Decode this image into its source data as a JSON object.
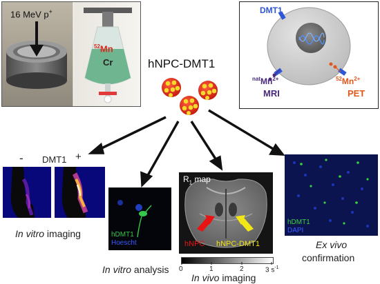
{
  "figure": {
    "center_label": "hNPC-DMT1",
    "top_left": {
      "beam_label": "16 MeV p",
      "beam_sup": "+",
      "isotope_mass": "52",
      "isotope_symbol": "Mn",
      "column_label": "Cr"
    },
    "top_right": {
      "protein_label": "DMT1",
      "nat_mass": "nat",
      "nat_symbol": "Mn",
      "nat_charge": "2+",
      "nat_modality": "MRI",
      "pet_mass": "52",
      "pet_symbol": "Mn",
      "pet_charge": "2+",
      "pet_modality": "PET"
    },
    "panel_vitro_imaging": {
      "minus": "-",
      "protein": "DMT1",
      "plus": "+",
      "caption_italic": "In vitro",
      "caption_rest": " imaging"
    },
    "panel_vitro_analysis": {
      "stain1": "hDMT1",
      "stain2": "Hoescht",
      "caption_italic": "In vitro",
      "caption_rest": " analysis"
    },
    "panel_vivo": {
      "map_label_base": "R",
      "map_label_sub": "1",
      "map_label_rest": " map",
      "left_cells": "hNPC",
      "right_cells": "hNPC-DMT1",
      "ticks": [
        "0",
        "1",
        "2",
        "3 s"
      ],
      "tick_sup": "-1",
      "caption_italic": "In vivo",
      "caption_rest": " imaging"
    },
    "panel_exvivo": {
      "stain1": "hDMT1",
      "stain2": "DAPI",
      "caption_line1": "Ex vivo",
      "caption_line2": "confirmation"
    },
    "colors": {
      "dmt1_blue": "#2f56d6",
      "mn_purple": "#4a2a7a",
      "pet_orange": "#e0561a",
      "isotope_red": "#d62b1e",
      "arrow_red": "#e81414",
      "arrow_yellow": "#f3e617"
    }
  }
}
